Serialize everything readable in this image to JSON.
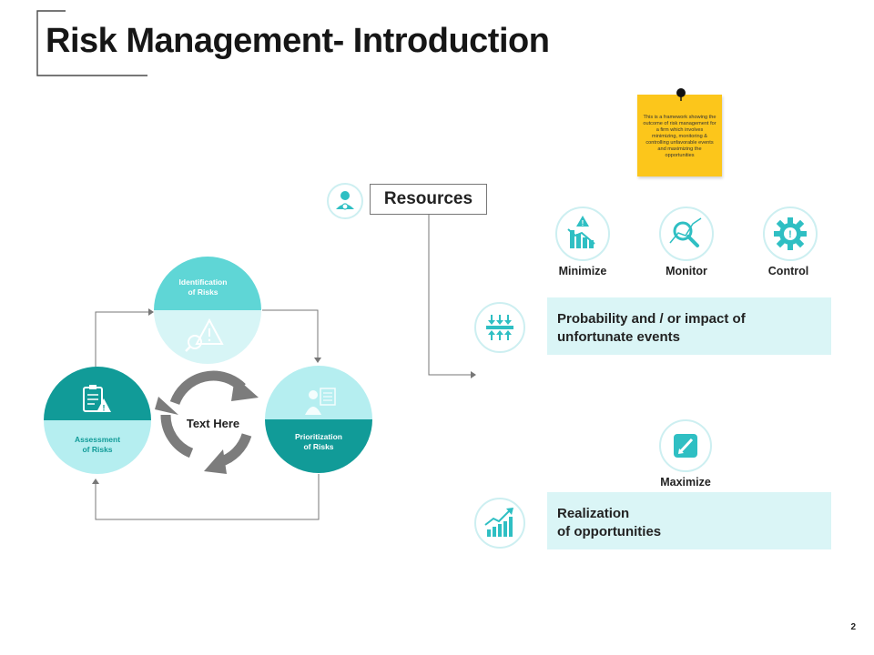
{
  "slide": {
    "title": "Risk Management- Introduction",
    "page_number": "2"
  },
  "sticky_note": {
    "text": "This is a framework showing the outcome of risk management for a firm which involves minimizing, monitoring & controlling unfavorable events and maximizing the opportunities"
  },
  "resources": {
    "label": "Resources",
    "icon": "person-gear-icon"
  },
  "actions": {
    "minimize": {
      "label": "Minimize",
      "icon": "chart-warning-icon"
    },
    "monitor": {
      "label": "Monitor",
      "icon": "magnifier-chart-icon"
    },
    "control": {
      "label": "Control",
      "icon": "gear-warning-icon"
    },
    "maximize": {
      "label": "Maximize",
      "icon": "edit-box-icon"
    }
  },
  "panels": {
    "probability": {
      "line1": "Probability and / or impact of",
      "line2": "unfortunate events",
      "icon": "compress-arrows-icon"
    },
    "realization": {
      "line1": "Realization",
      "line2": "of opportunities",
      "icon": "growth-chart-icon"
    }
  },
  "cycle": {
    "center_text": "Text Here",
    "identification": {
      "line1": "Identification",
      "line2": "of Risks",
      "icon": "search-warning-icon"
    },
    "prioritization": {
      "line1": "Prioritization",
      "line2": "of Risks",
      "icon": "person-board-icon"
    },
    "assessment": {
      "line1": "Assessment",
      "line2": "of Risks",
      "icon": "clipboard-warning-icon"
    }
  },
  "colors": {
    "dark_teal": "#119b98",
    "mid_teal": "#5fd6d6",
    "light_teal": "#d7f5f6",
    "pale_teal": "#b5eef0",
    "sticky": "#fcc61b",
    "panel_bg": "#daf5f6",
    "cycle_arrows": "#7c7c7c"
  }
}
